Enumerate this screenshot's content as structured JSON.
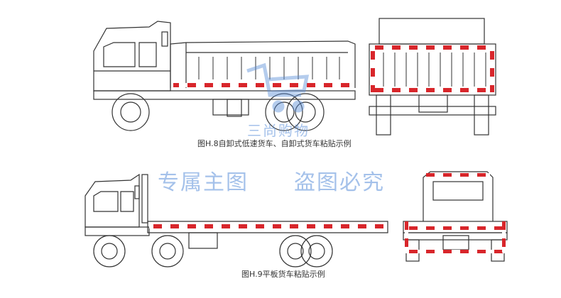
{
  "figure_1": {
    "caption": "图H.8自卸式低速货车、自卸式货车粘贴示例"
  },
  "figure_2": {
    "caption": "图H.9平板货车粘贴示例"
  },
  "watermark": {
    "logo_text": "三尚购物",
    "left_text": "专属主图",
    "right_text": "盗图必究",
    "color": "#5b8fd9"
  },
  "colors": {
    "outline": "#333333",
    "reflective_red": "#d8262b",
    "reflective_white": "#ffffff"
  }
}
